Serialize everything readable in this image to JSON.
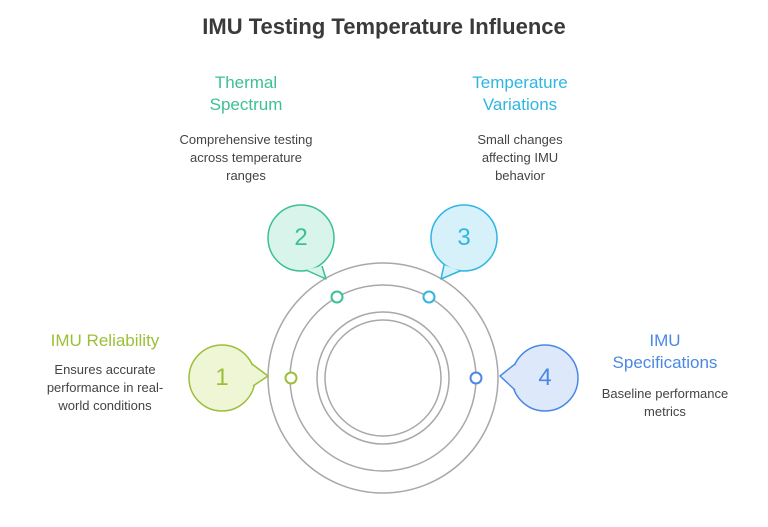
{
  "title": "IMU Testing Temperature Influence",
  "items": [
    {
      "number": "1",
      "heading": "IMU Reliability",
      "description": "Ensures accurate performance in real-world conditions",
      "color": "#9cbf3a",
      "fill": "#eff6d6"
    },
    {
      "number": "2",
      "heading": "Thermal Spectrum",
      "description": "Comprehensive testing across temperature ranges",
      "color": "#3cc096",
      "fill": "#d9f4ea"
    },
    {
      "number": "3",
      "heading": "Temperature Variations",
      "description": "Small changes affecting IMU behavior",
      "color": "#2fb6e0",
      "fill": "#d7f1fb"
    },
    {
      "number": "4",
      "heading": "IMU Specifications",
      "description": "Baseline performance metrics",
      "color": "#4a88e4",
      "fill": "#dde9fa"
    }
  ]
}
